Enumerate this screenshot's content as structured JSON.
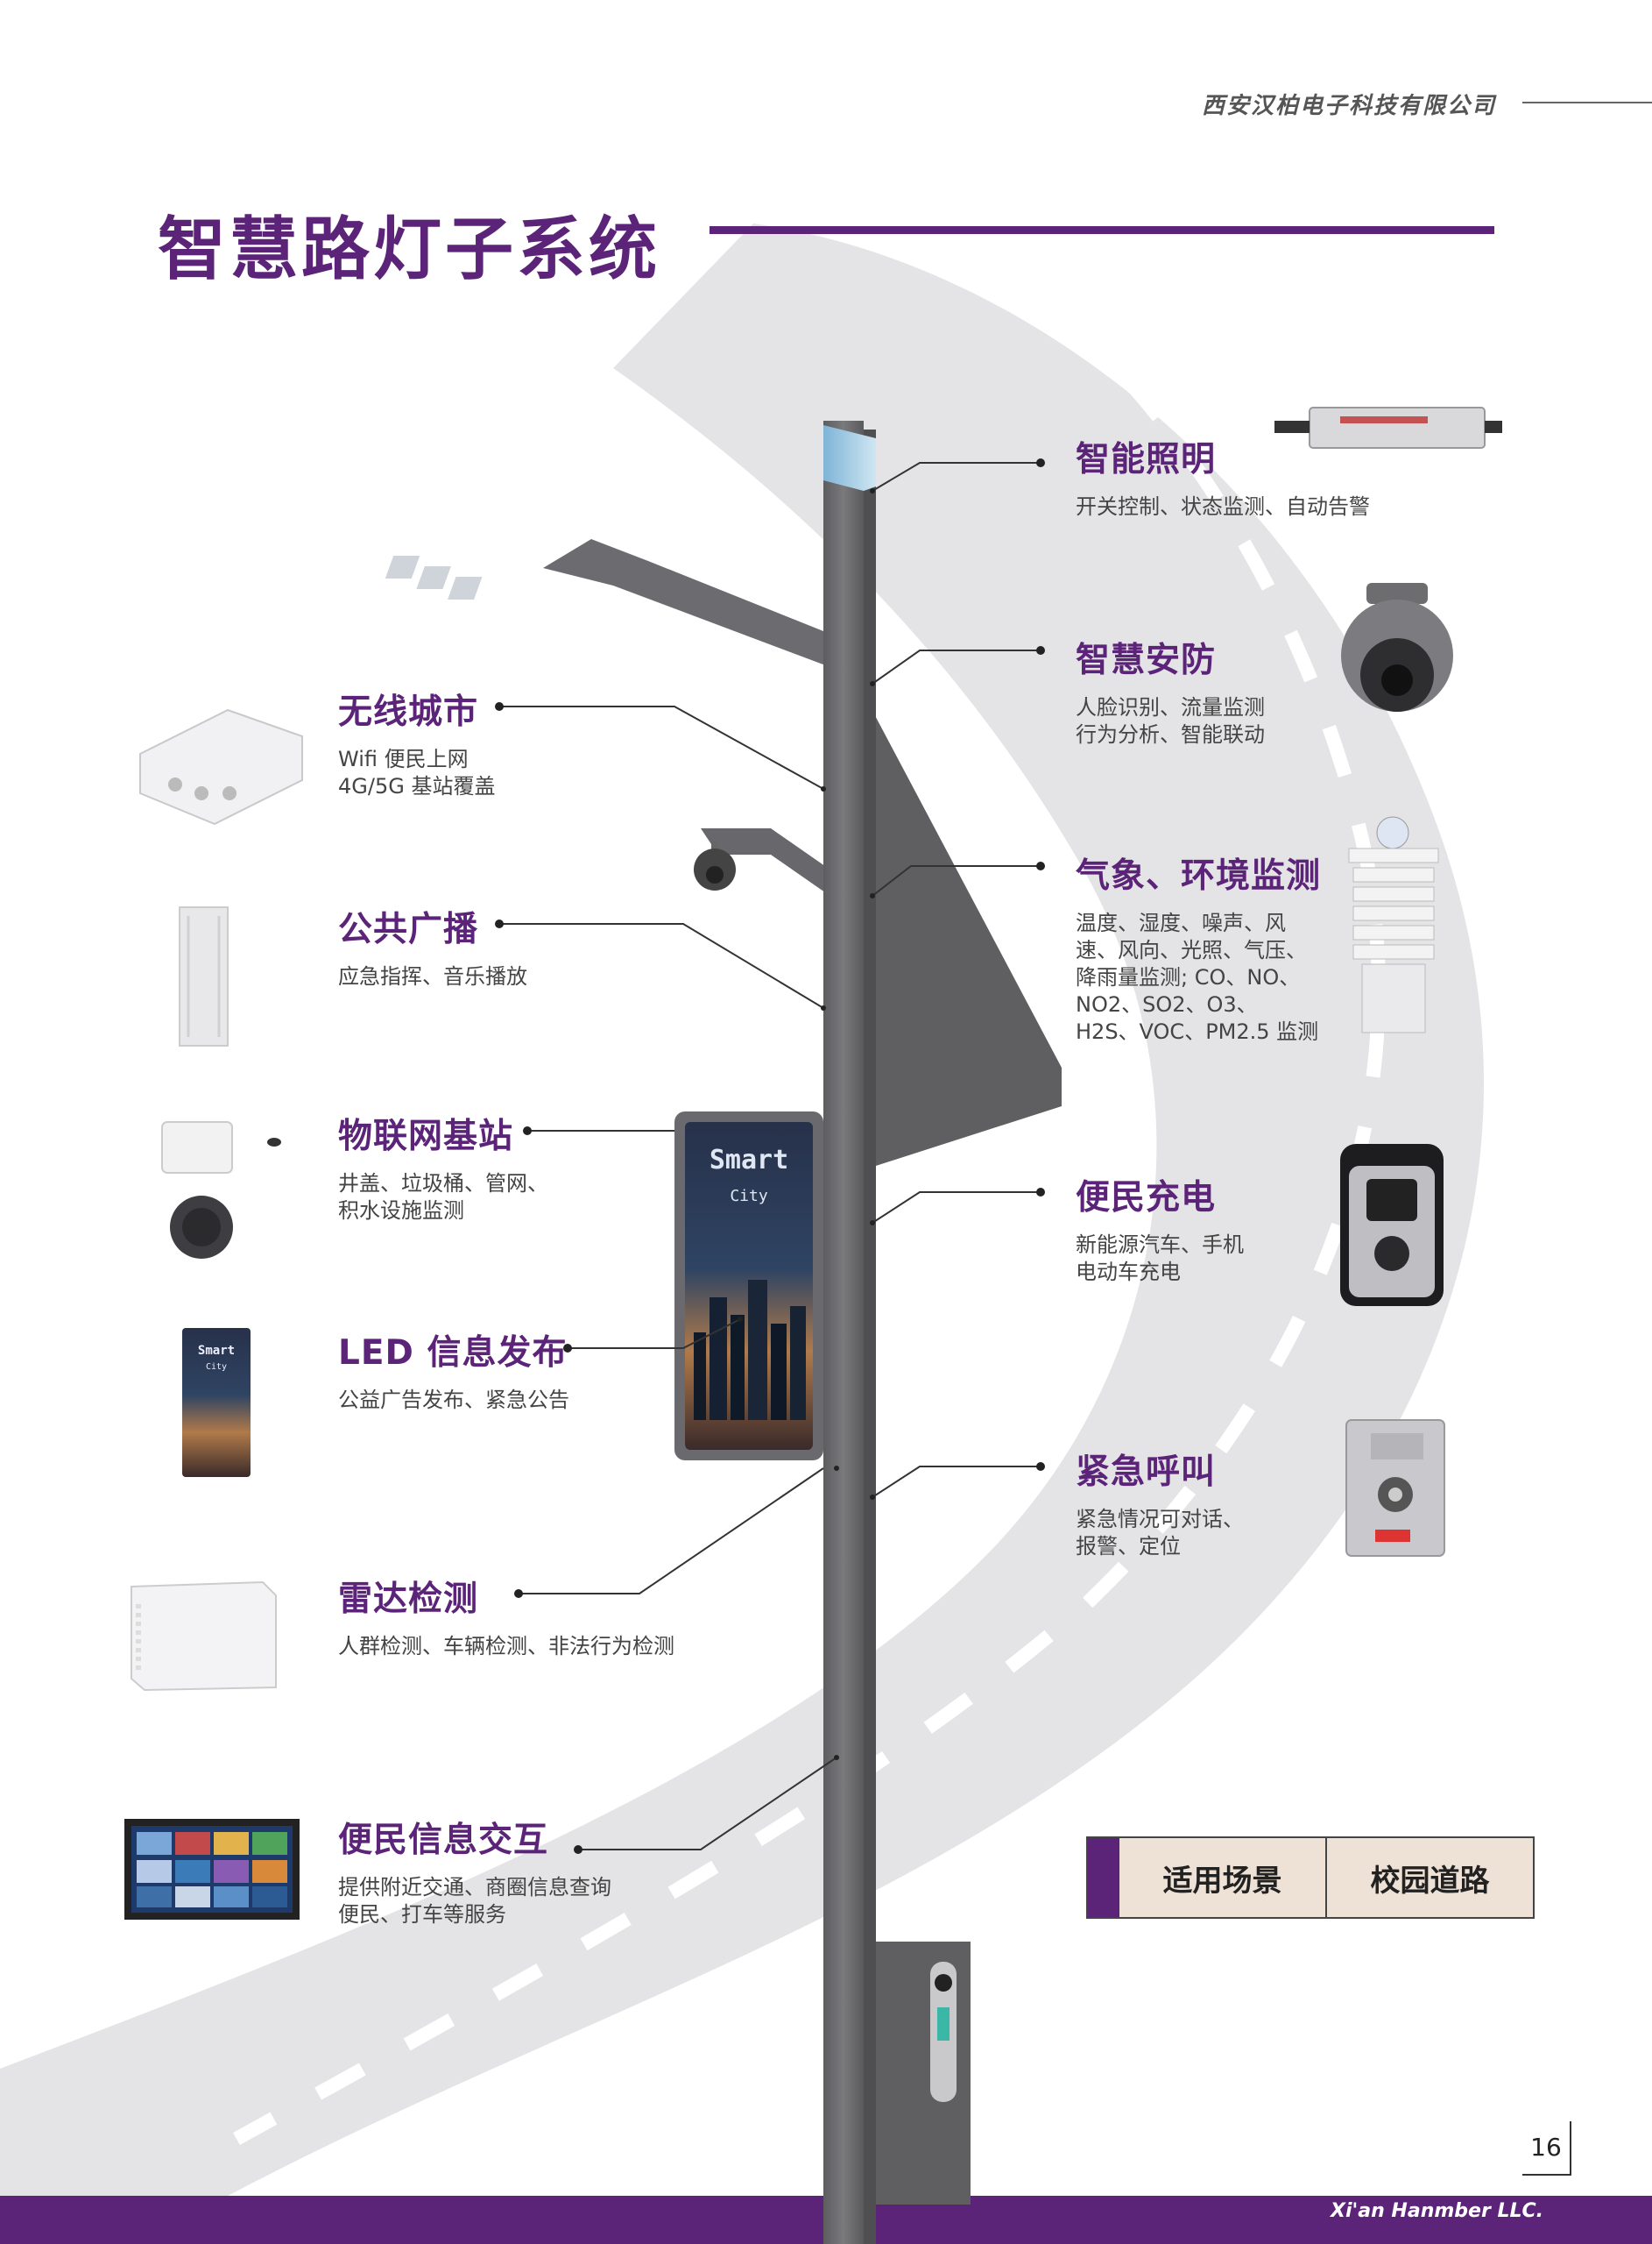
{
  "header": {
    "company": "西安汉柏电子科技有限公司",
    "title": "智慧路灯子系统"
  },
  "left_features": [
    {
      "title": "无线城市",
      "desc": "Wifi 便民上网\n4G/5G 基站覆盖"
    },
    {
      "title": "公共广播",
      "desc": "应急指挥、音乐播放"
    },
    {
      "title": "物联网基站",
      "desc": "井盖、垃圾桶、管网、\n积水设施监测"
    },
    {
      "title": "LED 信息发布",
      "desc": "公益广告发布、紧急公告"
    },
    {
      "title": "雷达检测",
      "desc": "人群检测、车辆检测、非法行为检测"
    },
    {
      "title": "便民信息交互",
      "desc": "提供附近交通、商圈信息查询\n便民、打车等服务"
    }
  ],
  "right_features": [
    {
      "title": "智能照明",
      "desc": "开关控制、状态监测、自动告警"
    },
    {
      "title": "智慧安防",
      "desc": "人脸识别、流量监测\n行为分析、智能联动"
    },
    {
      "title": "气象、环境监测",
      "desc": "温度、湿度、噪声、风速、风向、光照、气压、降雨量监测; CO、NO、NO2、SO2、O3、H2S、VOC、PM2.5 监测"
    },
    {
      "title": "便民充电",
      "desc": "新能源汽车、手机\n电动车充电"
    },
    {
      "title": "紧急呼叫",
      "desc": "紧急情况可对话、\n报警、定位"
    }
  ],
  "led_screen": {
    "line1": "Smart",
    "line2": "City"
  },
  "mini_screen": {
    "line1": "Smart",
    "line2": "City"
  },
  "scenario": {
    "label": "适用场景",
    "value": "校园道路"
  },
  "footer": {
    "page": "16",
    "company_en": "Xi'an Hanmber LLC."
  },
  "colors": {
    "accent": "#5b2478",
    "road": "#e4e4e6",
    "pole": "#6f6f72"
  }
}
